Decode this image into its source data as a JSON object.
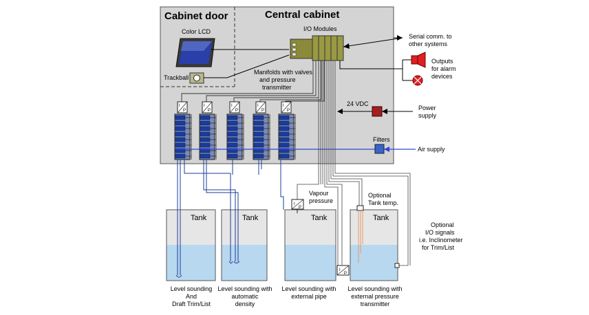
{
  "cabinet": {
    "door_title": "Cabinet door",
    "central_title": "Central cabinet",
    "color_lcd": "Color LCD",
    "trackball": "Trackball",
    "io_modules": "I/O Modules",
    "manifolds": [
      "Manifolds with valves",
      "and pressure",
      "transmitter"
    ],
    "vdc": "24 VDC",
    "filters": "Filters"
  },
  "external": {
    "serial": [
      "Serial comm. to",
      "other systems"
    ],
    "outputs": [
      "Outputs",
      "for alarm",
      "devices"
    ],
    "power": [
      "Power",
      "supply"
    ],
    "air": "Air supply",
    "optional_io": [
      "Optional",
      "I/O signals",
      "i.e. Inclinometer",
      "for Trim/List"
    ]
  },
  "sensors": {
    "vapour": [
      "Vapour",
      "pressure"
    ],
    "tank_temp": [
      "Optional",
      "Tank temp."
    ],
    "transmitter_symbol": [
      "I",
      "P"
    ]
  },
  "tanks": [
    {
      "label": "Tank",
      "caption": [
        "Level sounding",
        "And",
        "Draft Trim/List"
      ]
    },
    {
      "label": "Tank",
      "caption": [
        "Level sounding with",
        "automatic",
        "density"
      ]
    },
    {
      "label": "Tank",
      "caption": [
        "Level sounding with",
        "external pipe"
      ]
    },
    {
      "label": "Tank",
      "caption": [
        "Level sounding with",
        "external pressure",
        "transmitter"
      ]
    }
  ],
  "colors": {
    "cabinet_fill": "#d4d4d4",
    "tank_top": "#e6e6e6",
    "tank_liquid": "#b7d8ee",
    "manifold_blue": "#1a3c9c",
    "air_line": "#3344dd",
    "io_module": "#8b8a3a",
    "alarm_red": "#e02020",
    "power_dark_red": "#a02020"
  }
}
